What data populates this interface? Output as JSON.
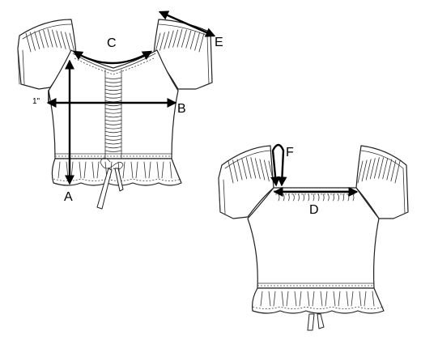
{
  "labels": {
    "a": "A",
    "b": "B",
    "c": "C",
    "d": "D",
    "e": "E",
    "f": "F",
    "inch_mark": "1\""
  },
  "colors": {
    "ink": "#222222",
    "measure": "#000000",
    "fill": "#ffffff"
  }
}
